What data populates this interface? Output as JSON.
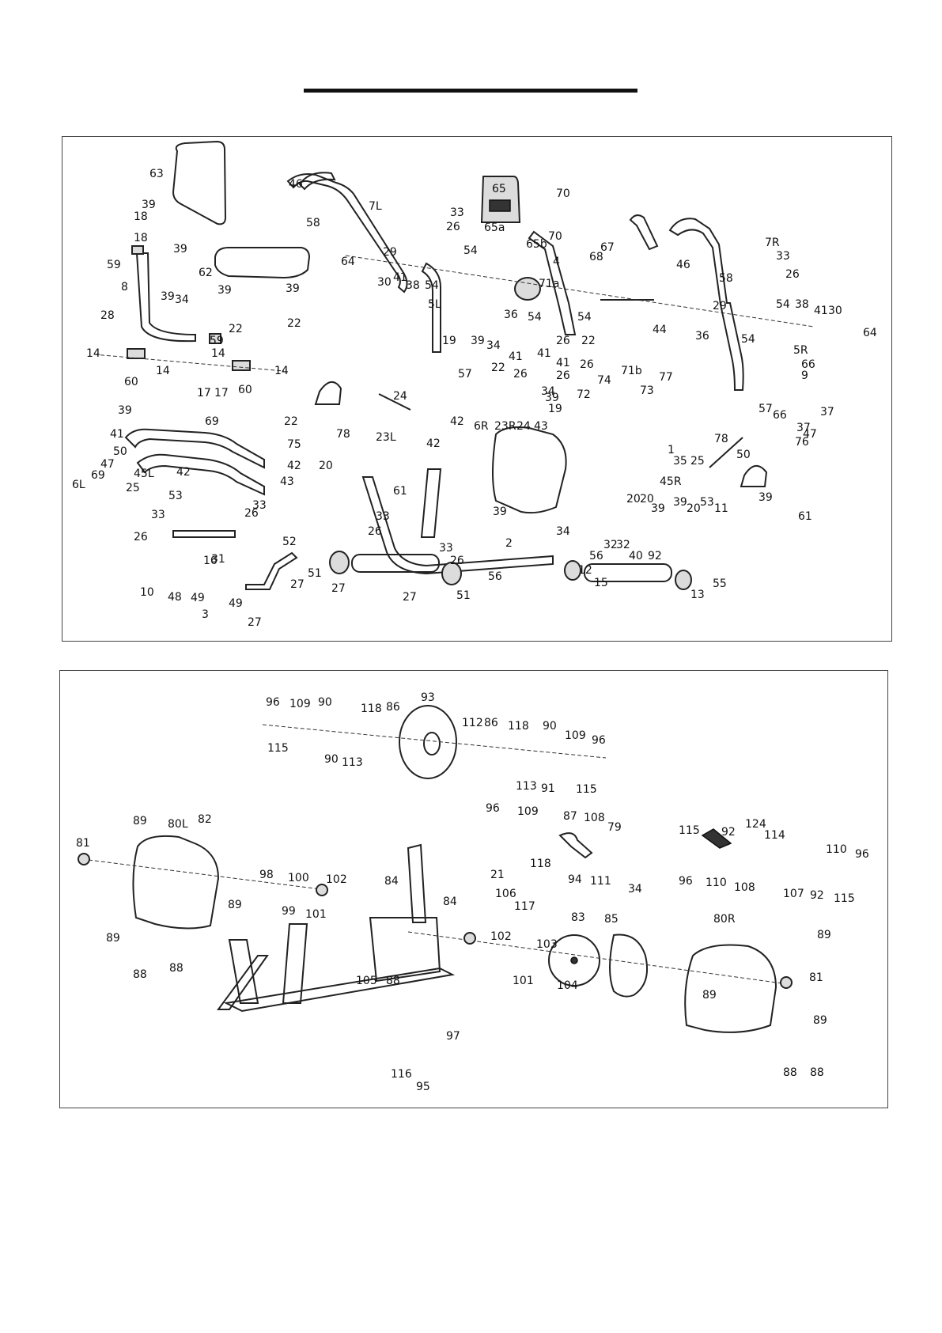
{
  "upper_panel": {
    "callouts": [
      "63",
      "39",
      "18",
      "18",
      "39",
      "46",
      "7L",
      "58",
      "33",
      "26",
      "29",
      "65",
      "70",
      "65a",
      "65b",
      "70",
      "4",
      "67",
      "68",
      "46",
      "7R",
      "58",
      "33",
      "26",
      "59",
      "8",
      "28",
      "39",
      "34",
      "62",
      "39",
      "39",
      "22",
      "22",
      "64",
      "30",
      "41",
      "38",
      "54",
      "5L",
      "54",
      "36",
      "54",
      "71a",
      "54",
      "44",
      "36",
      "54",
      "5R",
      "29",
      "54",
      "38",
      "41",
      "30",
      "64",
      "14",
      "60",
      "14",
      "17",
      "17",
      "60",
      "14",
      "14",
      "59",
      "19",
      "39",
      "34",
      "57",
      "22",
      "41",
      "26",
      "26",
      "41",
      "41",
      "26",
      "22",
      "26",
      "71b",
      "74",
      "77",
      "73",
      "72",
      "34",
      "39",
      "19",
      "57",
      "66",
      "9",
      "37",
      "66",
      "37",
      "47",
      "39",
      "41",
      "22",
      "69",
      "75",
      "50",
      "47",
      "69",
      "6L",
      "45L",
      "25",
      "42",
      "42",
      "43",
      "24",
      "78",
      "23L",
      "42",
      "42",
      "6R",
      "23R",
      "24",
      "43",
      "78",
      "76",
      "50",
      "1",
      "35",
      "25",
      "45R",
      "20",
      "61",
      "39",
      "34",
      "39",
      "61",
      "20",
      "20",
      "39",
      "39",
      "20",
      "53",
      "11",
      "53",
      "33",
      "26",
      "33",
      "26",
      "31",
      "52",
      "33",
      "26",
      "33",
      "26",
      "2",
      "56",
      "56",
      "32",
      "32",
      "40",
      "92",
      "12",
      "55",
      "15",
      "13",
      "16",
      "10",
      "48",
      "49",
      "3",
      "49",
      "27",
      "27",
      "51",
      "27",
      "27",
      "51"
    ]
  },
  "lower_panel": {
    "callouts": [
      "96",
      "109",
      "90",
      "118",
      "86",
      "93",
      "112",
      "86",
      "118",
      "90",
      "109",
      "96",
      "115",
      "90",
      "113",
      "113",
      "91",
      "115",
      "96",
      "109",
      "87",
      "108",
      "79",
      "118",
      "94",
      "111",
      "34",
      "115",
      "92",
      "124",
      "114",
      "110",
      "96",
      "96",
      "110",
      "108",
      "107",
      "92",
      "115",
      "81",
      "89",
      "80L",
      "82",
      "98",
      "100",
      "102",
      "89",
      "99",
      "101",
      "89",
      "88",
      "88",
      "84",
      "21",
      "106",
      "84",
      "117",
      "102",
      "103",
      "83",
      "85",
      "80R",
      "89",
      "81",
      "88",
      "105",
      "101",
      "104",
      "89",
      "89",
      "97",
      "116",
      "95",
      "88",
      "88"
    ]
  }
}
